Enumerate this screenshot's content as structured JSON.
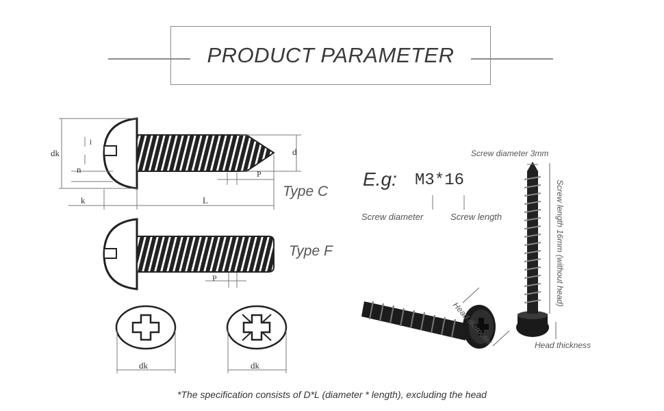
{
  "header": {
    "title": "PRODUCT PARAMETER"
  },
  "diagram": {
    "dims": {
      "dk": "dk",
      "l": "l",
      "n": "n",
      "d": "d",
      "p": "P",
      "k": "k",
      "L": "L"
    },
    "type_c": "Type C",
    "type_f": "Type F",
    "head_dk_left": "dk",
    "head_dk_right": "dk"
  },
  "example": {
    "prefix": "E.g:",
    "spec": "M3*16",
    "diameter_label": "Screw diameter",
    "length_label": "Screw length"
  },
  "photo": {
    "screw_diameter": "Screw diameter 3mm",
    "screw_length": "Screw length 16mm (without head)",
    "head_diameter": "Head diameter",
    "head_thickness": "Head thickness"
  },
  "footnote": "*The specification consists of D*L (diameter * length), excluding the head",
  "colors": {
    "line": "#8a8a8a",
    "screw": "#1e1e1e",
    "text": "#333333"
  }
}
